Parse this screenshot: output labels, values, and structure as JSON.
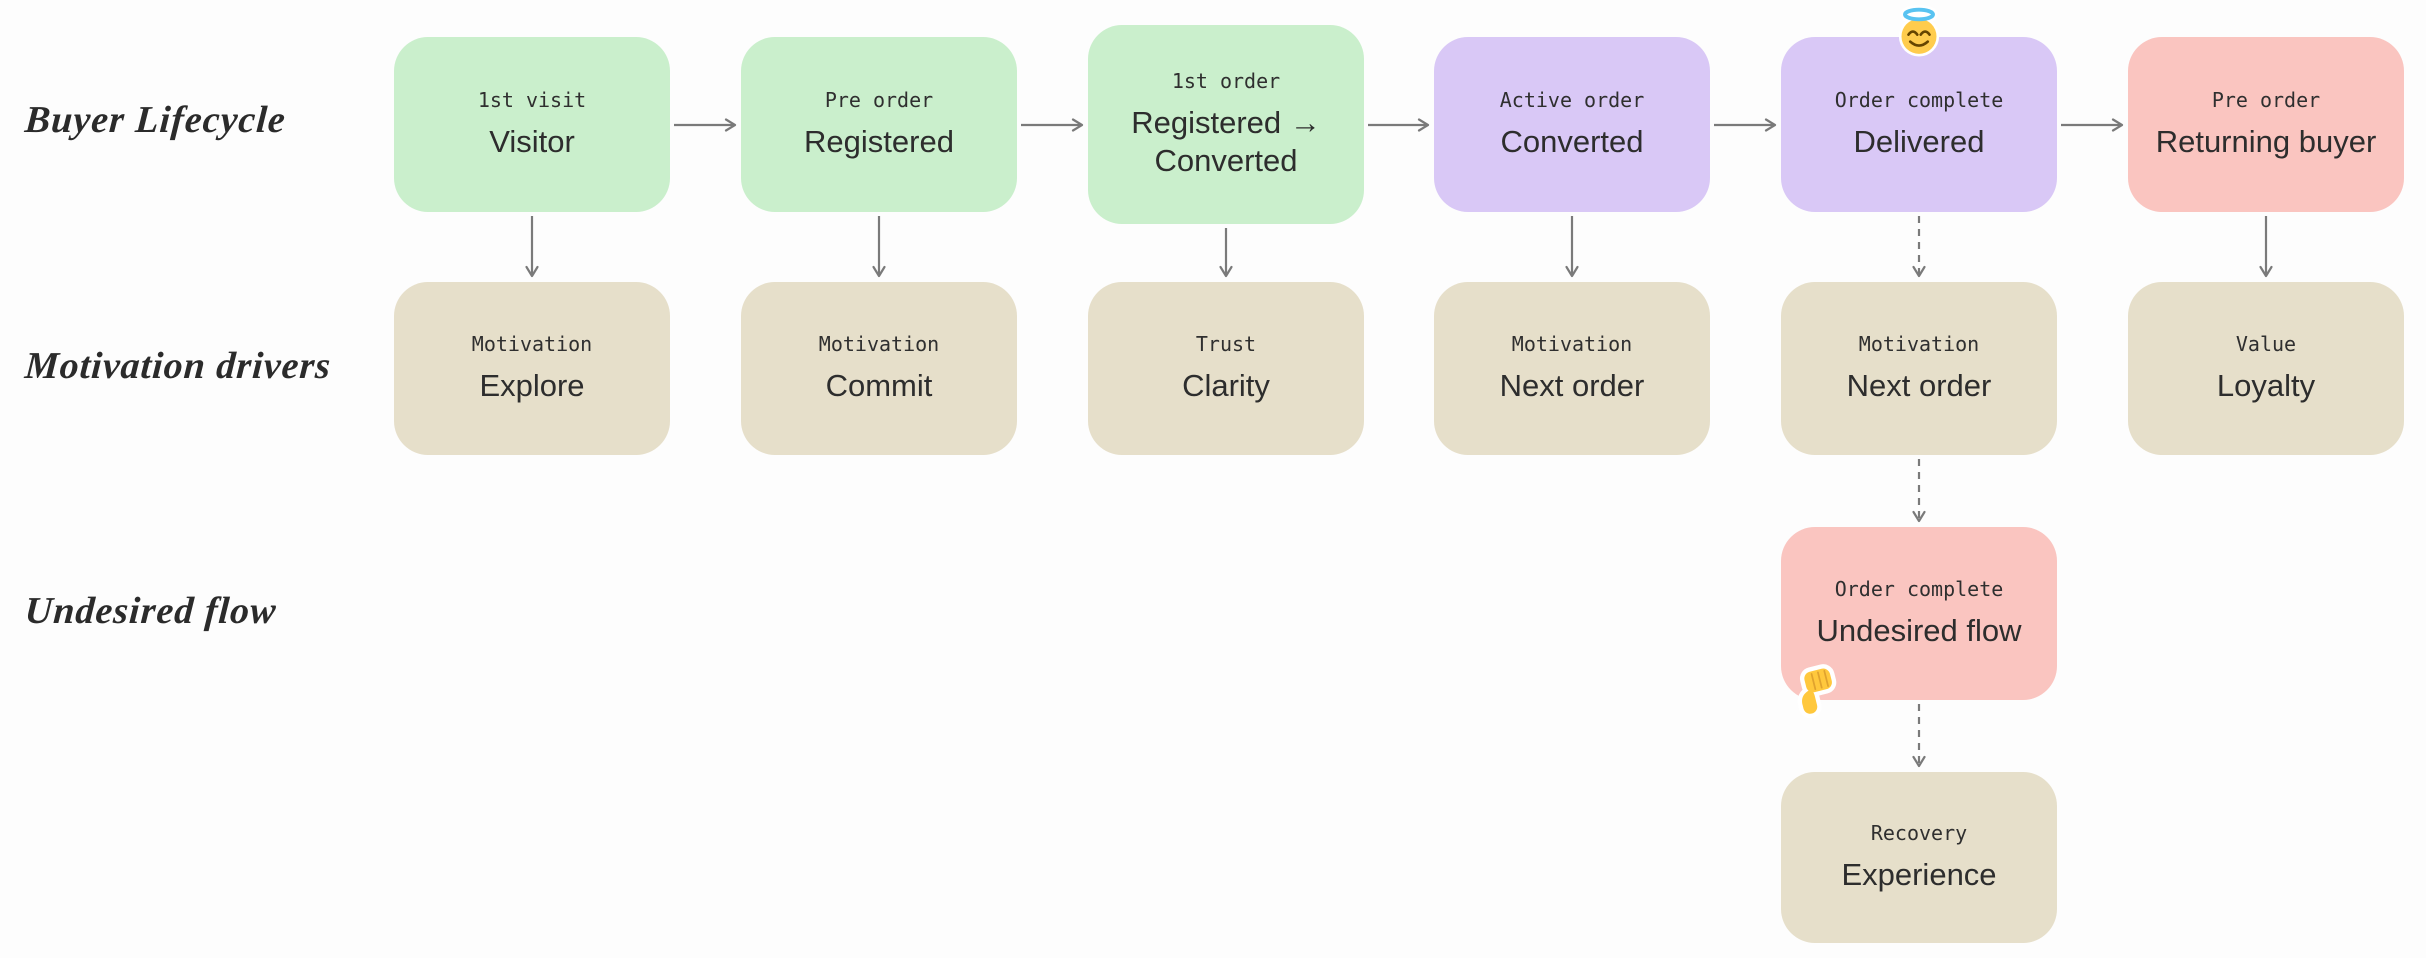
{
  "diagram": {
    "rows": [
      {
        "label": "Buyer Lifecycle"
      },
      {
        "label": "Motivation drivers"
      },
      {
        "label": "Undesired flow"
      }
    ]
  },
  "nodes": [
    {
      "tag": "1st visit",
      "title": "Visitor",
      "color": "#caefcc"
    },
    {
      "tag": "Pre order",
      "title": "Registered",
      "color": "#caefcc"
    },
    {
      "tag": "1st order",
      "title": "Registered → Converted",
      "color": "#caefcc"
    },
    {
      "tag": "Active order",
      "title": "Converted",
      "color": "#d9c8f6"
    },
    {
      "tag": "Order complete",
      "title": "Delivered",
      "color": "#d9c8f6",
      "sticker": "smiling-face-with-halo"
    },
    {
      "tag": "Pre order",
      "title": "Returning buyer",
      "color": "#fac5c0"
    },
    {
      "tag": "Motivation",
      "title": "Explore",
      "color": "#e6dfca"
    },
    {
      "tag": "Motivation",
      "title": "Commit",
      "color": "#e6dfca"
    },
    {
      "tag": "Trust",
      "title": "Clarity",
      "color": "#e6dfca"
    },
    {
      "tag": "Motivation",
      "title": "Next order",
      "color": "#e6dfca"
    },
    {
      "tag": "Motivation",
      "title": "Next order",
      "color": "#e6dfca"
    },
    {
      "tag": "Value",
      "title": "Loyalty",
      "color": "#e6dfca"
    },
    {
      "tag": "Order complete",
      "title": "Undesired flow",
      "color": "#fac5c0",
      "sticker": "thumbs-down"
    },
    {
      "tag": "Recovery",
      "title": "Experience",
      "color": "#e6dfca"
    }
  ],
  "stickers": {
    "halo": "smiling-face-with-halo",
    "thumbs_down": "thumbs-down"
  },
  "colors": {
    "green": "#caefcc",
    "purple": "#d9c8f6",
    "pink": "#fac5c0",
    "tan": "#e6dfca",
    "arrow": "#7a7a7a",
    "text": "#2d2d2d",
    "background": "#fdfdfd"
  }
}
